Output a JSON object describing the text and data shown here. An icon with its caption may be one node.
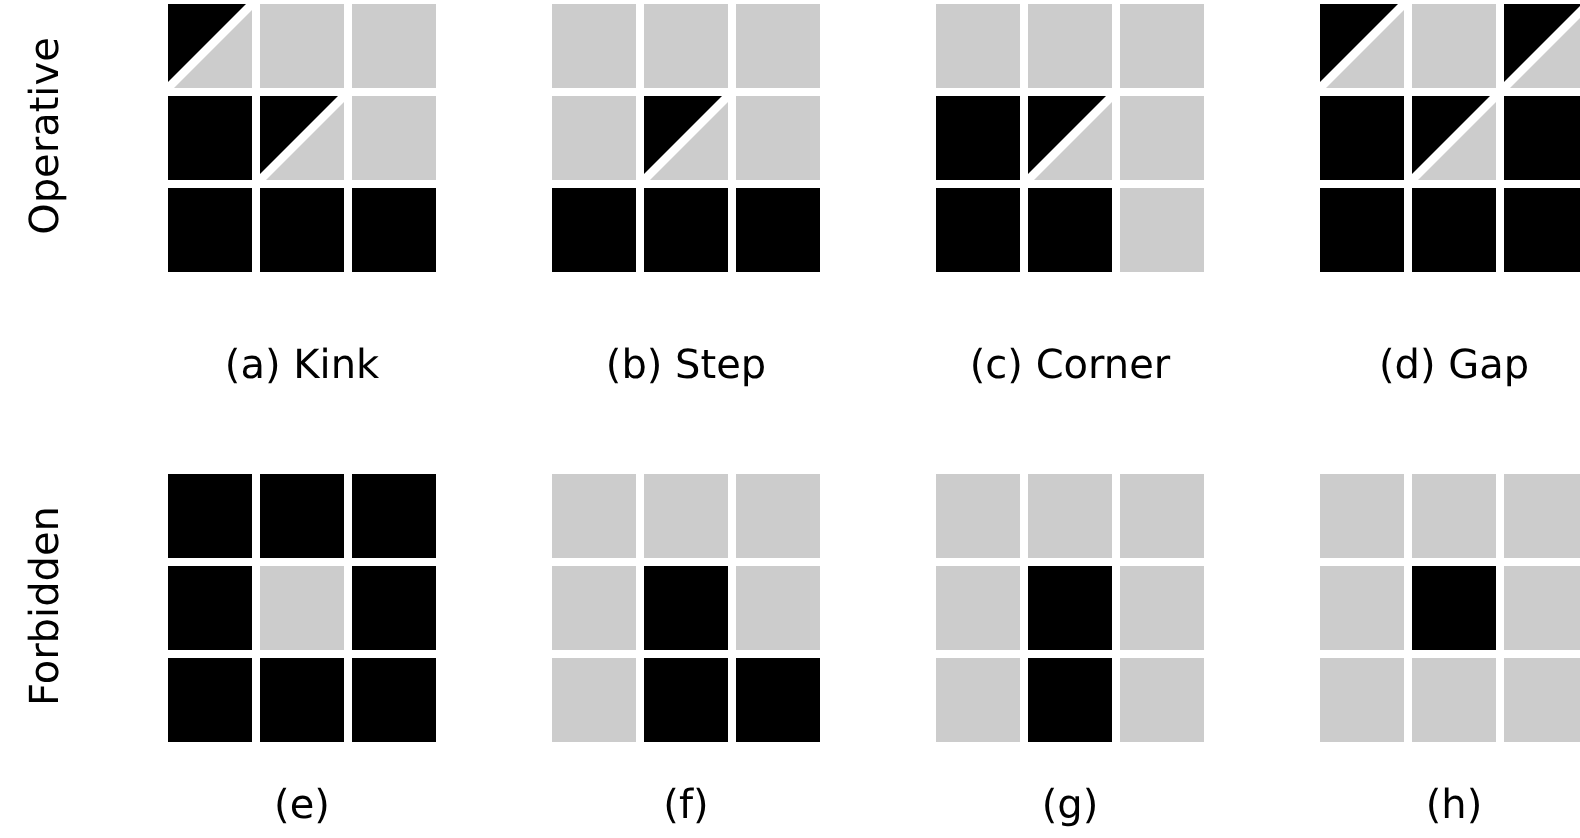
{
  "diagram": {
    "labels": [
      "Operative",
      "(a) Kink",
      "(b) Step",
      "(c) Corner",
      "(d) Gap",
      "Forbidden",
      "(e)",
      "(f)",
      "(g)",
      "(h)"
    ]
  }
}
